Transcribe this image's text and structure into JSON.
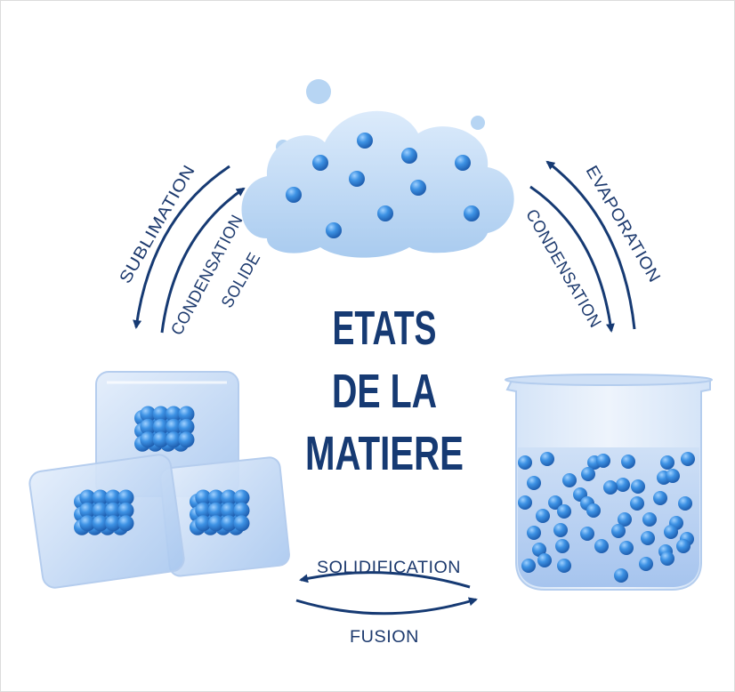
{
  "title": {
    "line1": "ETATS",
    "line2": "DE LA",
    "line3": "MATIERE"
  },
  "transitions": {
    "sublimation": "SUBLIMATION",
    "condensation_solide_1": "CONDENSATION",
    "condensation_solide_2": "SOLIDE",
    "evaporation": "EVAPORATION",
    "condensation": "CONDENSATION",
    "solidification": "SOLIDIFICATION",
    "fusion": "FUSION"
  },
  "states": [
    "gas-cloud",
    "liquid-beaker",
    "solid-ice-cubes"
  ],
  "colors": {
    "arrow": "#163a73",
    "particle": "#3a8fe0",
    "cloud": "#bcd8f3",
    "ice": "#c7dcf6",
    "water": "#b9d2f2"
  }
}
